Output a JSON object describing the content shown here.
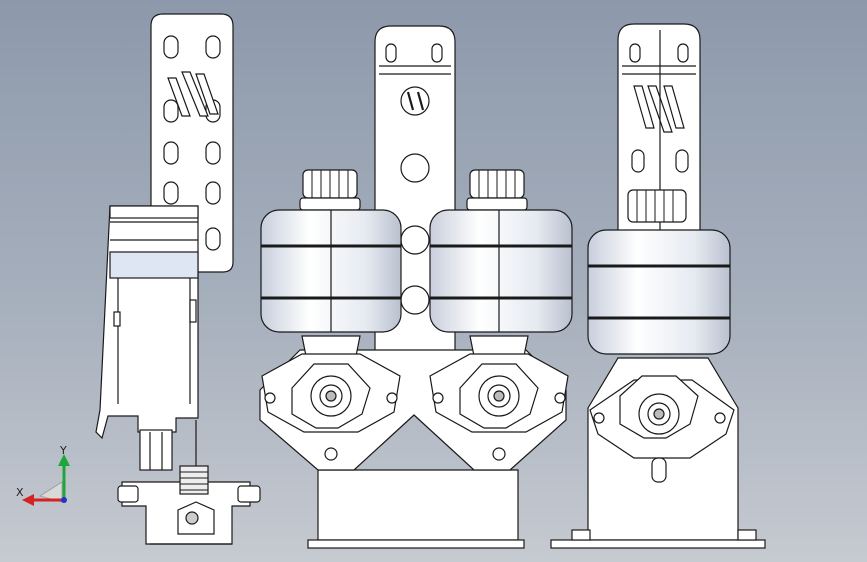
{
  "viewport": {
    "background_top": "#8d99ab",
    "background_bottom": "#c6cad1"
  },
  "model": {
    "parts": [
      {
        "name": "side-view-pedal",
        "type": "pedal-assembly"
      },
      {
        "name": "front-view-pedal-pair",
        "type": "dual-cylinder-pedal"
      },
      {
        "name": "front-view-pedal-single",
        "type": "single-cylinder-pedal"
      }
    ],
    "line_color": "#1a1a1a",
    "part_fill": "#ffffff",
    "cylinder_shade": "#dde2ec"
  },
  "triad": {
    "x_label": "X",
    "y_label": "Y",
    "x_color": "#d42222",
    "y_color": "#1fa63a",
    "z_color": "#2233cc"
  }
}
